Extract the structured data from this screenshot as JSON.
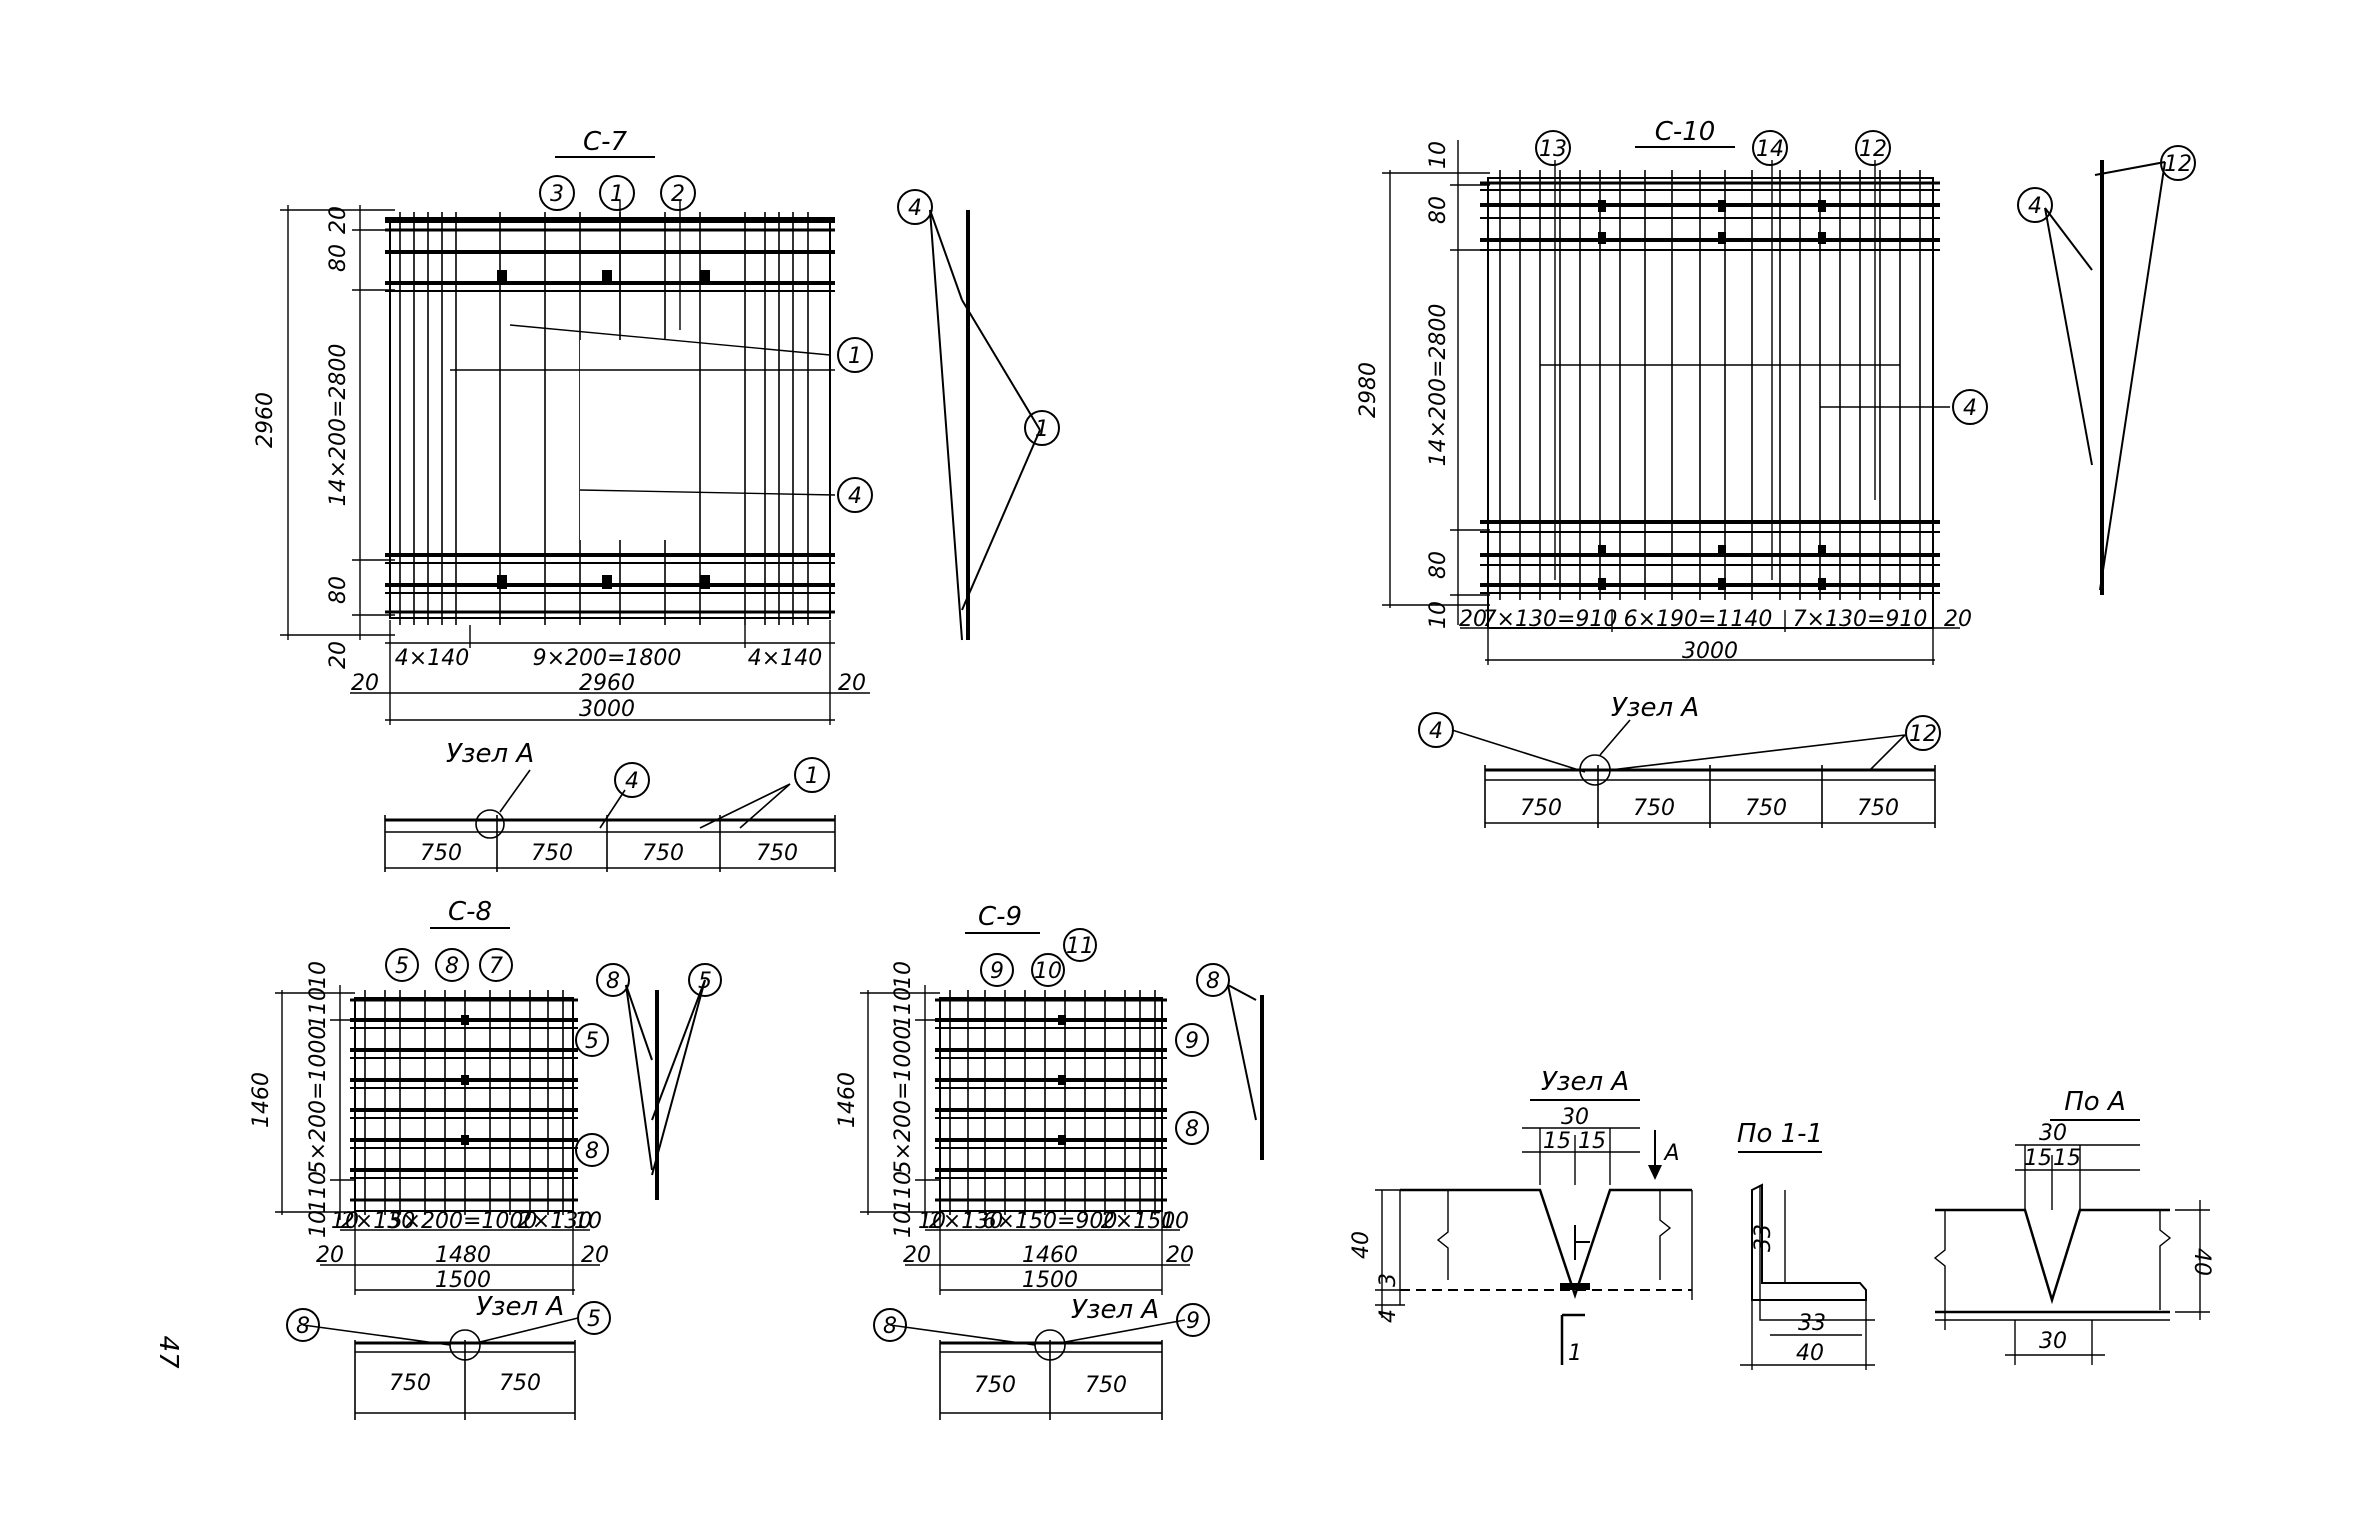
{
  "page_number": "47",
  "c7": {
    "title": "С-7",
    "callouts": [
      "3",
      "1",
      "2",
      "1",
      "4",
      "4",
      "1",
      "4",
      "1"
    ],
    "dims": {
      "top20": "20",
      "top80": "80",
      "mid": "14×200=2800",
      "bot80": "80",
      "bot20": "20",
      "h_total": "2960",
      "b1": "4×140",
      "b2": "9×200=1800",
      "b3": "4×140",
      "l20": "20",
      "w_inner": "2960",
      "r20": "20",
      "w_total": "3000"
    },
    "node_label": "Узел А",
    "spans": [
      "750",
      "750",
      "750",
      "750"
    ]
  },
  "c10": {
    "title": "С-10",
    "callouts": [
      "13",
      "14",
      "12",
      "4",
      "12",
      "4",
      "4",
      "12"
    ],
    "dims": {
      "top10": "10",
      "top80": "80",
      "mid": "14×200=2800",
      "bot80": "80",
      "bot10": "10",
      "h_total": "2980",
      "l20": "20",
      "b1": "7×130=910",
      "b2": "6×190=1140",
      "b3": "7×130=910",
      "r20": "20",
      "w_total": "3000"
    },
    "node_label": "Узел А",
    "spans": [
      "750",
      "750",
      "750",
      "750"
    ]
  },
  "c8": {
    "title": "С-8",
    "callouts": [
      "5",
      "8",
      "7",
      "5",
      "8",
      "8",
      "5",
      "8",
      "5"
    ],
    "dims": {
      "top10": "10",
      "top110": "110",
      "mid": "5×200=1000",
      "bot110": "110",
      "bot10": "10",
      "h_total": "1460",
      "l10": "10",
      "b1": "2×130",
      "b2": "5×200=1000",
      "b3": "2×130",
      "r10": "10",
      "l20": "20",
      "w_inner": "1480",
      "r20": "20",
      "w_total": "1500"
    },
    "node_label": "Узел А",
    "spans": [
      "750",
      "750"
    ]
  },
  "c9": {
    "title": "С-9",
    "callouts": [
      "9",
      "10",
      "11",
      "9",
      "8",
      "8",
      "8",
      "9"
    ],
    "dims": {
      "top10": "10",
      "top110": "110",
      "mid": "5×200=1000",
      "bot110": "110",
      "bot10": "10",
      "h_total": "1460",
      "l10": "10",
      "b1": "2×130",
      "b2": "6×150=900",
      "b3": "2×150",
      "r10": "10",
      "l20": "20",
      "w_inner": "1460",
      "r20": "20",
      "w_total": "1500"
    },
    "node_label": "Узел А",
    "spans": [
      "750",
      "750"
    ]
  },
  "node_a": {
    "title": "Узел А",
    "d30": "30",
    "d15a": "15",
    "d15b": "15",
    "arrow_a": "А",
    "d40": "40",
    "d3": "3",
    "d4": "4",
    "sec": "1"
  },
  "section_11": {
    "title": "По 1-1",
    "d33v": "33",
    "d33h": "33",
    "d40": "40"
  },
  "view_a": {
    "title": "По А",
    "d30top": "30",
    "d15a": "15",
    "d15b": "15",
    "d40": "40",
    "d30bot": "30"
  }
}
